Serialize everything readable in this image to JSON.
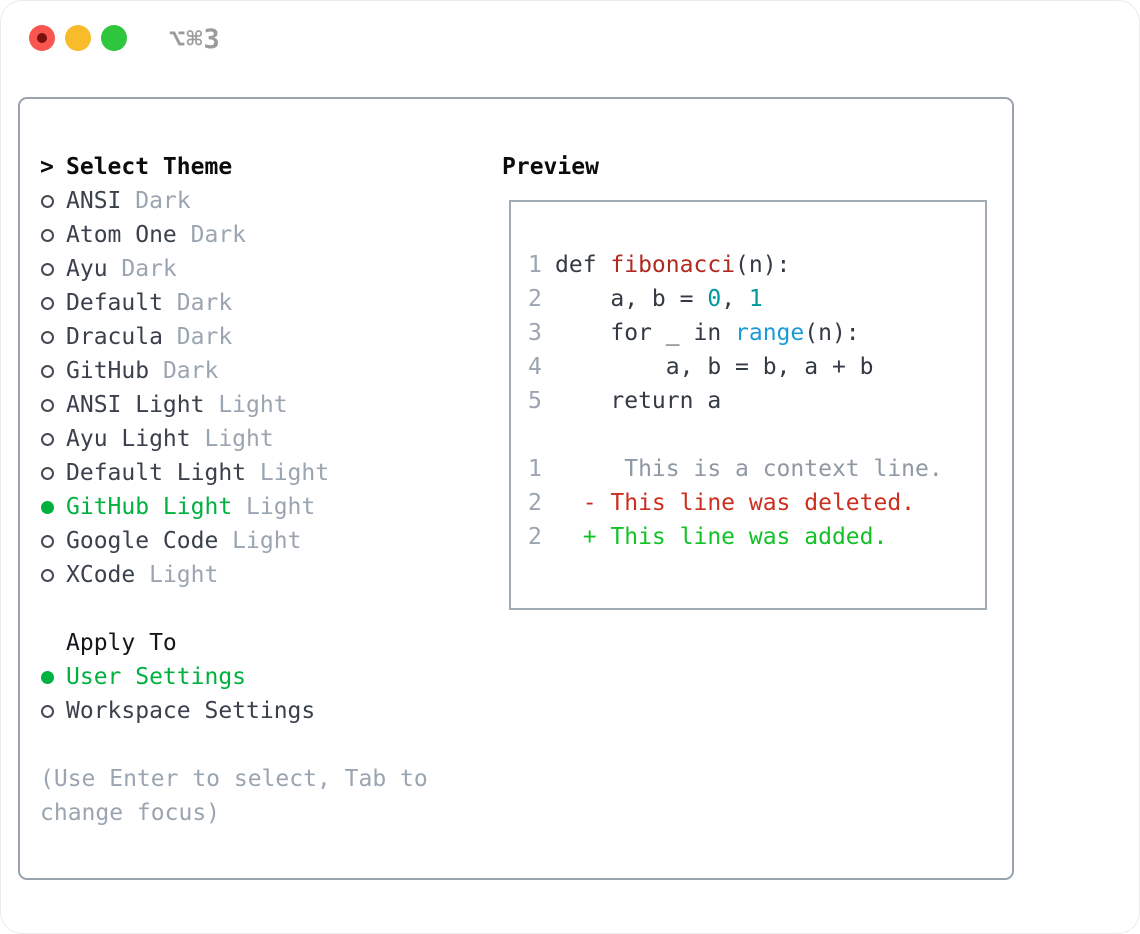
{
  "window": {
    "title": "⌥⌘3",
    "traffic_lights": [
      "close",
      "minimize",
      "zoom"
    ]
  },
  "colors": {
    "light_red": "#f9564f",
    "light_yellow": "#f8bc2b",
    "light_green": "#2ec63d",
    "title_gray": "#9b9b9b",
    "panel_border": "#99a2ad",
    "preview_border": "#a3abb5",
    "muted_gray": "#9aa5b1",
    "select_green": "#00b140",
    "func_red": "#b02a20",
    "number_teal": "#009999",
    "builtin_blue": "#1a9bd7",
    "context_gray": "#8f98a3",
    "deleted_red": "#cc2f1e",
    "added_green": "#12c226"
  },
  "theme_picker": {
    "cursor": ">",
    "heading": "Select Theme",
    "items": [
      {
        "name": "ANSI",
        "variant": "Dark",
        "selected": false
      },
      {
        "name": "Atom One",
        "variant": "Dark",
        "selected": false
      },
      {
        "name": "Ayu",
        "variant": "Dark",
        "selected": false
      },
      {
        "name": "Default",
        "variant": "Dark",
        "selected": false
      },
      {
        "name": "Dracula",
        "variant": "Dark",
        "selected": false
      },
      {
        "name": "GitHub",
        "variant": "Dark",
        "selected": false
      },
      {
        "name": "ANSI Light",
        "variant": "Light",
        "selected": false
      },
      {
        "name": "Ayu Light",
        "variant": "Light",
        "selected": false
      },
      {
        "name": "Default Light",
        "variant": "Light",
        "selected": false
      },
      {
        "name": "GitHub Light",
        "variant": "Light",
        "selected": true
      },
      {
        "name": "Google Code",
        "variant": "Light",
        "selected": false
      },
      {
        "name": "XCode",
        "variant": "Light",
        "selected": false
      }
    ],
    "apply_to": {
      "heading": "Apply To",
      "options": [
        {
          "label": "User Settings",
          "selected": true
        },
        {
          "label": "Workspace Settings",
          "selected": false
        }
      ]
    },
    "hint_lines": [
      "(Use Enter to select, Tab to",
      "change focus)"
    ]
  },
  "preview": {
    "heading": "Preview",
    "lines": [
      {
        "num": "1",
        "segments": [
          {
            "t": "def ",
            "c": "code"
          },
          {
            "t": "fibonacci",
            "c": "func"
          },
          {
            "t": "(n):",
            "c": "code"
          }
        ]
      },
      {
        "num": "2",
        "segments": [
          {
            "t": "    a, b = ",
            "c": "code"
          },
          {
            "t": "0",
            "c": "num"
          },
          {
            "t": ", ",
            "c": "code"
          },
          {
            "t": "1",
            "c": "num"
          }
        ]
      },
      {
        "num": "3",
        "segments": [
          {
            "t": "    for _ in ",
            "c": "code"
          },
          {
            "t": "range",
            "c": "builtin"
          },
          {
            "t": "(n):",
            "c": "code"
          }
        ]
      },
      {
        "num": "4",
        "segments": [
          {
            "t": "        a, b = b, a + b",
            "c": "code"
          }
        ]
      },
      {
        "num": "5",
        "segments": [
          {
            "t": "    return a",
            "c": "code"
          }
        ]
      },
      {
        "num": "",
        "segments": []
      },
      {
        "num": "1",
        "segments": [
          {
            "t": "     This is a context line.",
            "c": "context"
          }
        ]
      },
      {
        "num": "2",
        "segments": [
          {
            "t": "  - This line was deleted.",
            "c": "deleted"
          }
        ]
      },
      {
        "num": "2",
        "segments": [
          {
            "t": "  + This line was added.",
            "c": "added"
          }
        ]
      }
    ]
  }
}
